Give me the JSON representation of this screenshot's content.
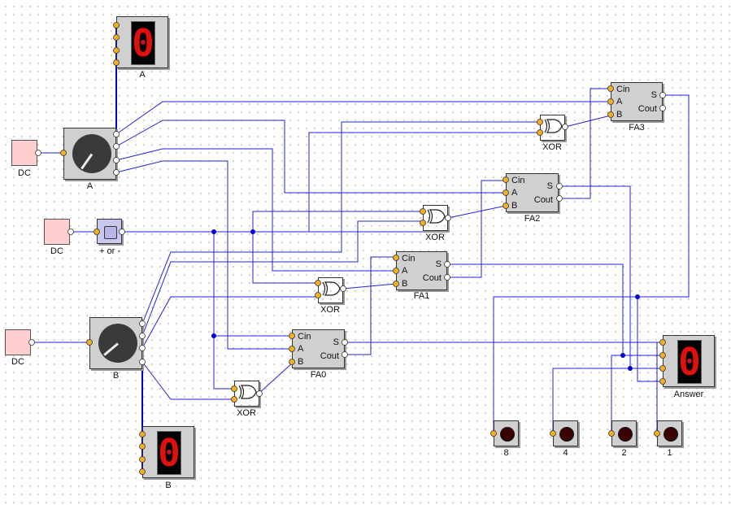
{
  "sources": [
    {
      "id": "dc_a",
      "label": "DC"
    },
    {
      "id": "dc_toggle",
      "label": "DC"
    },
    {
      "id": "dc_b",
      "label": "DC"
    }
  ],
  "knobs": [
    {
      "id": "knob_a",
      "label": "A"
    },
    {
      "id": "knob_b",
      "label": "B"
    }
  ],
  "toggle": {
    "label": "+ or -"
  },
  "displays": [
    {
      "id": "disp_a",
      "label": "A",
      "digit": "0"
    },
    {
      "id": "disp_b",
      "label": "B",
      "digit": "0"
    },
    {
      "id": "disp_ans",
      "label": "Answer",
      "digit": "0"
    }
  ],
  "adders": [
    {
      "id": "fa0",
      "label": "FA0",
      "pins": {
        "cin": "Cin",
        "a": "A",
        "b": "B",
        "s": "S",
        "cout": "Cout"
      }
    },
    {
      "id": "fa1",
      "label": "FA1",
      "pins": {
        "cin": "Cin",
        "a": "A",
        "b": "B",
        "s": "S",
        "cout": "Cout"
      }
    },
    {
      "id": "fa2",
      "label": "FA2",
      "pins": {
        "cin": "Cin",
        "a": "A",
        "b": "B",
        "s": "S",
        "cout": "Cout"
      }
    },
    {
      "id": "fa3",
      "label": "FA3",
      "pins": {
        "cin": "Cin",
        "a": "A",
        "b": "B",
        "s": "S",
        "cout": "Cout"
      }
    }
  ],
  "xor_gates": [
    {
      "id": "xor0",
      "label": "XOR"
    },
    {
      "id": "xor1",
      "label": "XOR"
    },
    {
      "id": "xor2",
      "label": "XOR"
    },
    {
      "id": "xor3",
      "label": "XOR"
    }
  ],
  "leds": [
    {
      "id": "led8",
      "label": "8"
    },
    {
      "id": "led4",
      "label": "4"
    },
    {
      "id": "led2",
      "label": "2"
    },
    {
      "id": "led1",
      "label": "1"
    }
  ],
  "colors": {
    "wire": "#2222dd",
    "wire_bold": "#0000cc",
    "pin_input": "#f0b020",
    "source_fill": "#ffcfcf",
    "chip_fill": "#d0d0d0",
    "segment": "#e01010",
    "led_off": "#3a0000"
  }
}
